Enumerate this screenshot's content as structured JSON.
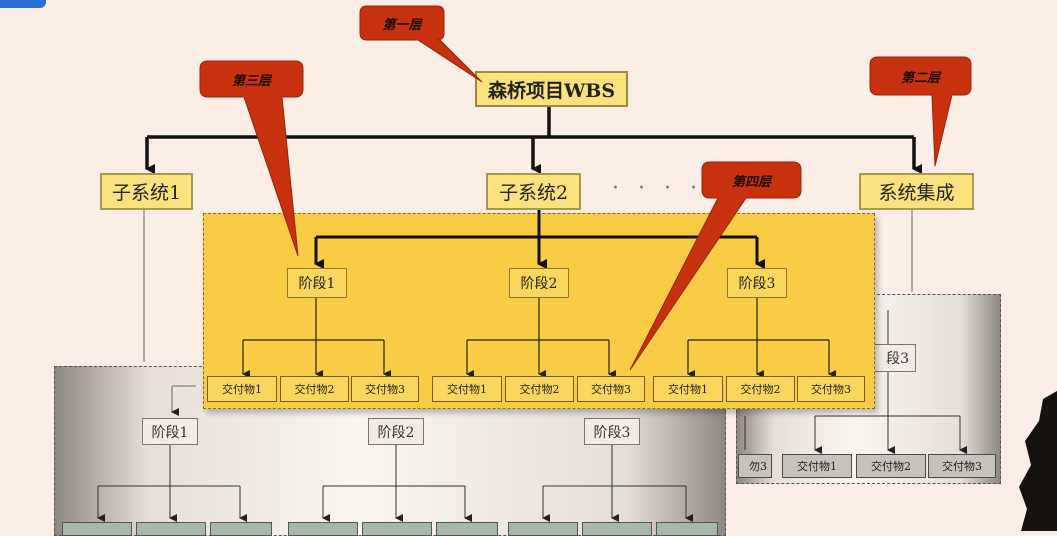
{
  "root": {
    "label": "森桥项目WBS"
  },
  "level2": [
    {
      "label": "子系统1"
    },
    {
      "label": "子系统2"
    },
    {
      "label": "系统集成"
    }
  ],
  "ellipsis": "· · · · · · · ·",
  "callouts": {
    "level1": "第一层",
    "level2": "第二层",
    "level3": "第三层",
    "level4": "第四层"
  },
  "stages": [
    "阶段1",
    "阶段2",
    "阶段3"
  ],
  "deliverables": [
    "交付物1",
    "交付物2",
    "交付物3"
  ],
  "back_right": {
    "stage_fragment": "段3",
    "deliv_fragment": "勿3"
  },
  "colors": {
    "callout": "#c8310e",
    "highlight_panel": "#f8cd45",
    "node_fill": "#fbe27c"
  }
}
